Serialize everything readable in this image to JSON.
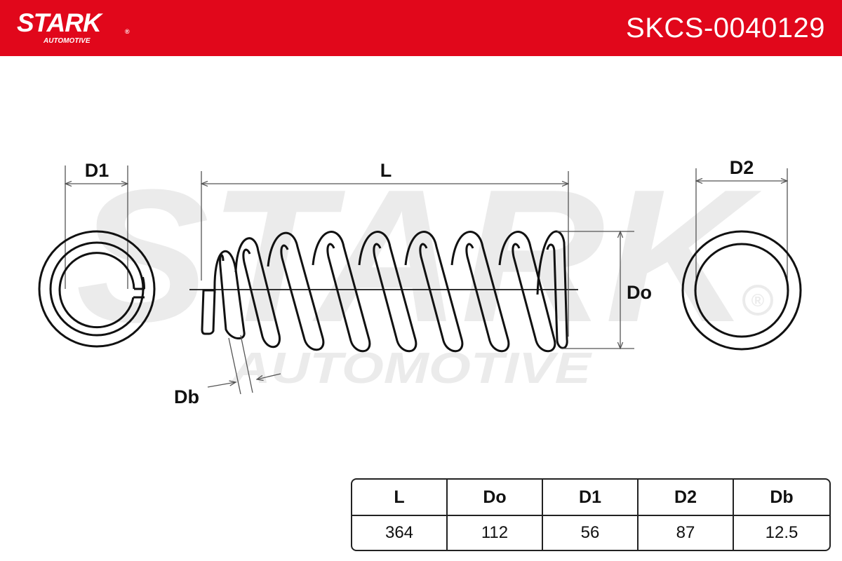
{
  "header": {
    "brand": "STARK",
    "brand_sub": "AUTOMOTIVE",
    "registered_mark": "®",
    "product_code": "SKCS-0040129",
    "background_color": "#e1071b"
  },
  "drawing": {
    "dimension_labels": {
      "d1": "D1",
      "l": "L",
      "d2": "D2",
      "do": "Do",
      "db": "Db"
    },
    "watermark": {
      "brand": "STARK",
      "sub": "AUTOMOTIVE",
      "registered_mark": "®"
    }
  },
  "spec_table": {
    "headers": [
      "L",
      "Do",
      "D1",
      "D2",
      "Db"
    ],
    "values": [
      "364",
      "112",
      "56",
      "87",
      "12.5"
    ]
  }
}
